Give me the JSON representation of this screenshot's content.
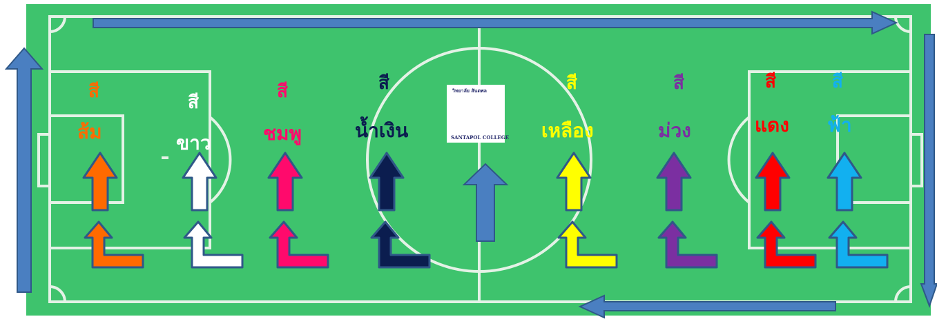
{
  "colors": {
    "grass": "#3ec36d",
    "lines": "#e4f2e6",
    "track_arrow": "#4a7fc1",
    "track_arrow_border": "#2f5888"
  },
  "groups": [
    {
      "word": "สี",
      "name": "ส้ม",
      "color": "#ff6a00"
    },
    {
      "word": "สี",
      "name": "ขาว",
      "color": "#ffffff"
    },
    {
      "word": "สี",
      "name": "ชมพู",
      "color": "#ff0a6c"
    },
    {
      "word": "สี",
      "name": "น้ำเงิน",
      "color": "#0b1d4f"
    },
    {
      "word": "สี",
      "name": "เหลือง",
      "color": "#ffff00"
    },
    {
      "word": "สี",
      "name": "ม่วง",
      "color": "#7b2fa1"
    },
    {
      "word": "สี",
      "name": "แดง",
      "color": "#ff0000"
    },
    {
      "word": "สี",
      "name": "ฟ้า",
      "color": "#12b0f0"
    }
  ],
  "logo": {
    "top_text": "วิทยาลัย สันตพล",
    "bottom_text": "SANTAPOL COLLEGE"
  }
}
